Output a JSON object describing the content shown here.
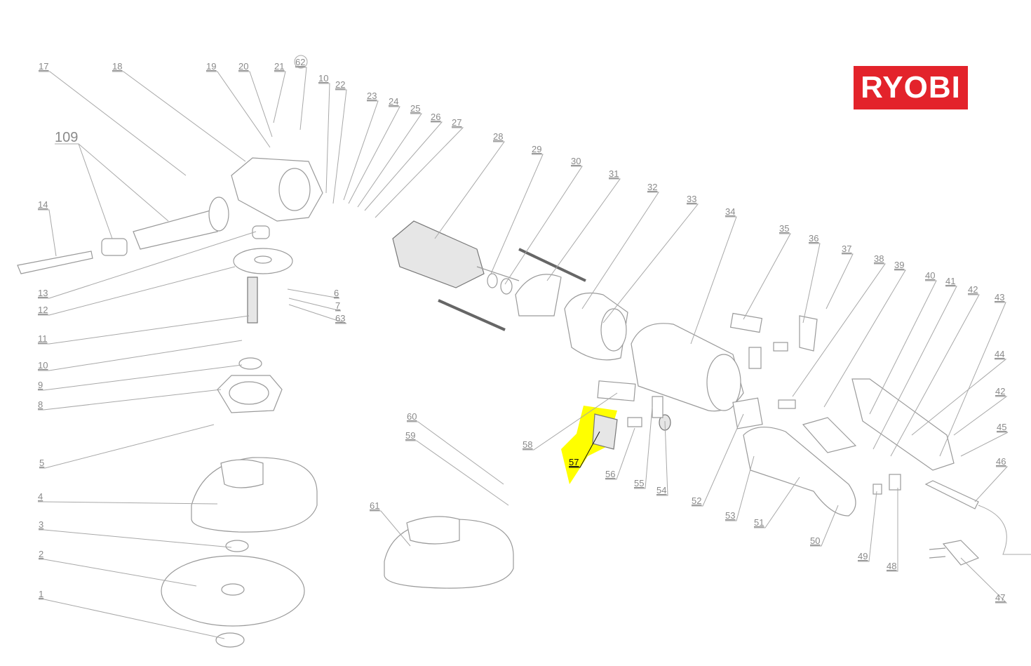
{
  "brand": {
    "logo_text": "RYOBI",
    "color": "#e3232b"
  },
  "highlight": {
    "part": "57",
    "color": "#ffff00"
  },
  "part_labels": [
    "17",
    "18",
    "19",
    "20",
    "21",
    "62",
    "10",
    "22",
    "23",
    "24",
    "25",
    "26",
    "27",
    "28",
    "29",
    "30",
    "31",
    "32",
    "33",
    "34",
    "35",
    "36",
    "37",
    "38",
    "39",
    "40",
    "41",
    "42",
    "43",
    "44",
    "42",
    "45",
    "46",
    "47",
    "48",
    "49",
    "50",
    "51",
    "52",
    "53",
    "54",
    "55",
    "56",
    "57",
    "58",
    "59",
    "60",
    "61",
    "109",
    "14",
    "13",
    "12",
    "11",
    "10",
    "9",
    "8",
    "5",
    "4",
    "3",
    "2",
    "1",
    "6",
    "7",
    "63"
  ]
}
